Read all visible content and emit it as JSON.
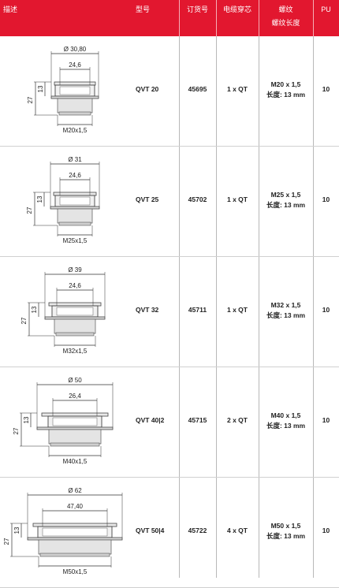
{
  "header": {
    "col_desc": "描述",
    "col_model": "型号",
    "col_order": "订货号",
    "col_cores": "电缆穿芯",
    "col_thread": "螺纹",
    "col_thread_len": "螺纹长度",
    "col_pu": "PU"
  },
  "colors": {
    "header_bg": "#e2172f",
    "header_text": "#ffffff",
    "line": "#b8b8b8"
  },
  "rows": [
    {
      "model": "QVT 20",
      "order": "45695",
      "cores": "1 x QT",
      "thread": "M20 x 1,5",
      "length": "长度: 13 mm",
      "pu": "10",
      "dim_dia": "Ø 30,80",
      "dim_inner": "24,6",
      "dim_h": "27",
      "dim_h2": "13",
      "dim_thread": "M20x1,5"
    },
    {
      "model": "QVT 25",
      "order": "45702",
      "cores": "1 x QT",
      "thread": "M25 x 1,5",
      "length": "长度: 13 mm",
      "pu": "10",
      "dim_dia": "Ø 31",
      "dim_inner": "24,6",
      "dim_h": "27",
      "dim_h2": "13",
      "dim_thread": "M25x1,5"
    },
    {
      "model": "QVT 32",
      "order": "45711",
      "cores": "1 x QT",
      "thread": "M32 x 1,5",
      "length": "长度: 13 mm",
      "pu": "10",
      "dim_dia": "Ø 39",
      "dim_inner": "24,6",
      "dim_h": "27",
      "dim_h2": "13",
      "dim_thread": "M32x1,5"
    },
    {
      "model": "QVT 40|2",
      "order": "45715",
      "cores": "2 x QT",
      "thread": "M40 x 1,5",
      "length": "长度: 13 mm",
      "pu": "10",
      "dim_dia": "Ø 50",
      "dim_inner": "26,4",
      "dim_h": "27",
      "dim_h2": "13",
      "dim_thread": "M40x1,5"
    },
    {
      "model": "QVT 50|4",
      "order": "45722",
      "cores": "4 x QT",
      "thread": "M50 x 1,5",
      "length": "长度: 13 mm",
      "pu": "10",
      "dim_dia": "Ø 62",
      "dim_inner": "47,40",
      "dim_h": "27",
      "dim_h2": "13",
      "dim_thread": "M50x1,5"
    }
  ]
}
